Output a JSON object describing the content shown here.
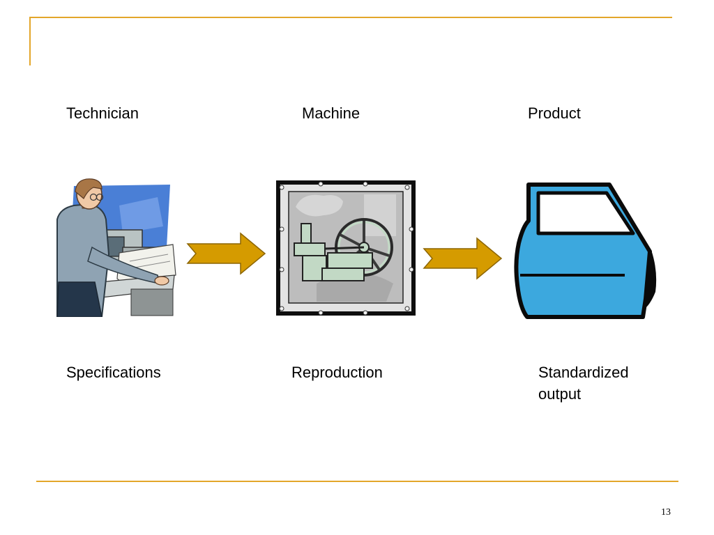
{
  "slide": {
    "page_number": "13",
    "accent_color": "#E3A62A"
  },
  "flow": {
    "top_labels": [
      "Technician",
      "Machine",
      "Product"
    ],
    "bottom_labels": [
      "Specifications",
      "Reproduction",
      "Standardized\noutput"
    ]
  },
  "illustrations": [
    "technician-at-computer-icon",
    "steam-engine-machine-icon",
    "car-door-product-icon"
  ],
  "arrow_color": "#D59B00",
  "product_color": "#3CA8DE"
}
